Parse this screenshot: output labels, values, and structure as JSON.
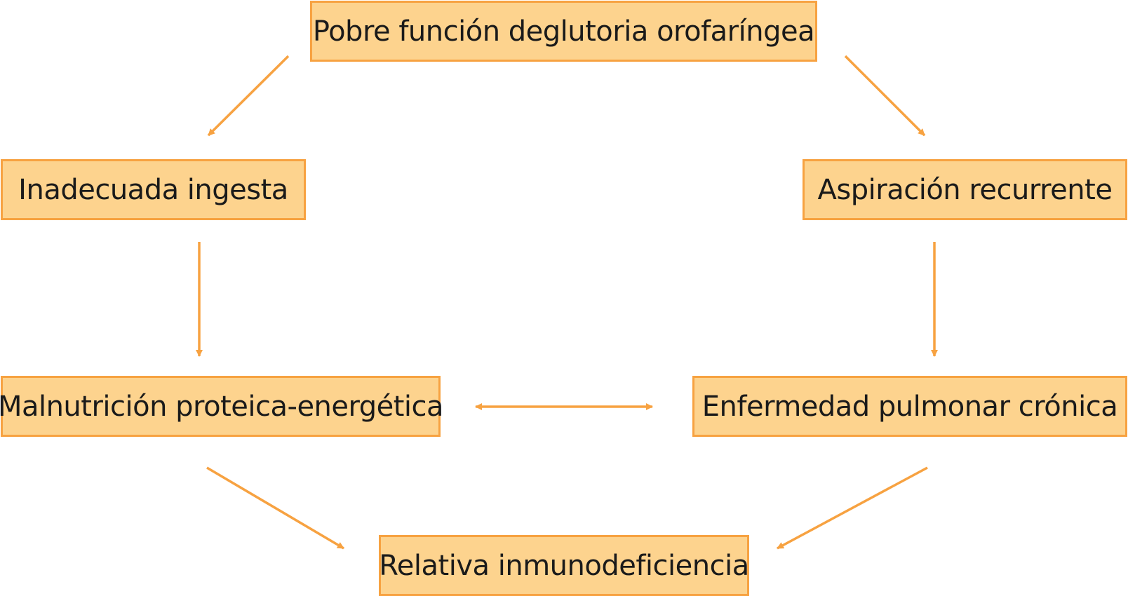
{
  "colors": {
    "box_fill": "#fdd38e",
    "box_border": "#f7a241",
    "arrow": "#f7a241",
    "text": "#1a1a1a"
  },
  "nodes": {
    "top": "Pobre función deglutoria orofaríngea",
    "left": "Inadecuada ingesta",
    "right": "Aspiración recurrente",
    "middle_left": "Malnutrición proteica-energética",
    "middle_right": "Enfermedad pulmonar crónica",
    "bottom": "Relativa inmunodeficiencia"
  },
  "edges": [
    {
      "from": "top",
      "to": "left"
    },
    {
      "from": "top",
      "to": "right"
    },
    {
      "from": "left",
      "to": "middle_left"
    },
    {
      "from": "right",
      "to": "middle_right"
    },
    {
      "from": "middle_left",
      "to": "middle_right",
      "bidirectional": true
    },
    {
      "from": "middle_left",
      "to": "bottom"
    },
    {
      "from": "middle_right",
      "to": "bottom"
    }
  ]
}
